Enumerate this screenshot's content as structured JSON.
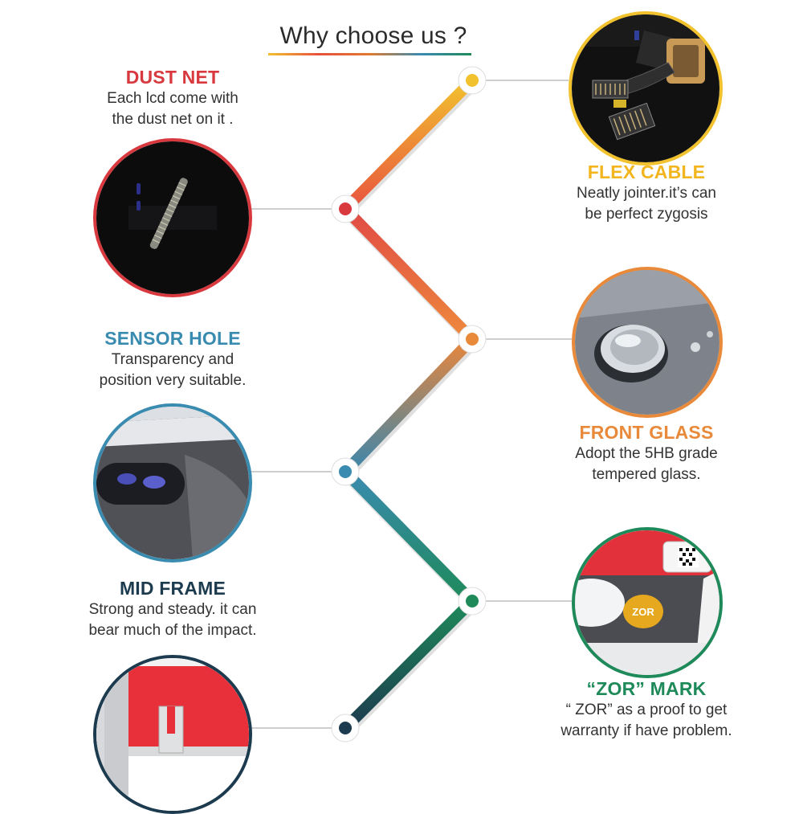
{
  "title": "Why choose us ?",
  "features": [
    {
      "heading": "DUST NET",
      "line1": "Each lcd come with",
      "line2": "the dust net on it .",
      "color": "#d8393f"
    },
    {
      "heading": "FLEX CABLE",
      "line1": "Neatly jointer.it’s can",
      "line2": "be perfect zygosis",
      "color": "#f2c12e"
    },
    {
      "heading": "SENSOR HOLE",
      "line1": "Transparency and",
      "line2": "position very suitable.",
      "color": "#3a8bb0"
    },
    {
      "heading": "FRONT GLASS",
      "line1": "Adopt the 5HB grade",
      "line2": "tempered glass.",
      "color": "#e88a3a"
    },
    {
      "heading": "MID FRAME",
      "line1": "Strong and steady. it can",
      "line2": "bear much of the impact.",
      "color": "#1d3b4f"
    },
    {
      "heading": "“ZOR” MARK",
      "line1": "“ ZOR” as a proof to get",
      "line2": "warranty if have problem.",
      "color": "#1e8a5a"
    }
  ],
  "zor_label": "ZOR"
}
